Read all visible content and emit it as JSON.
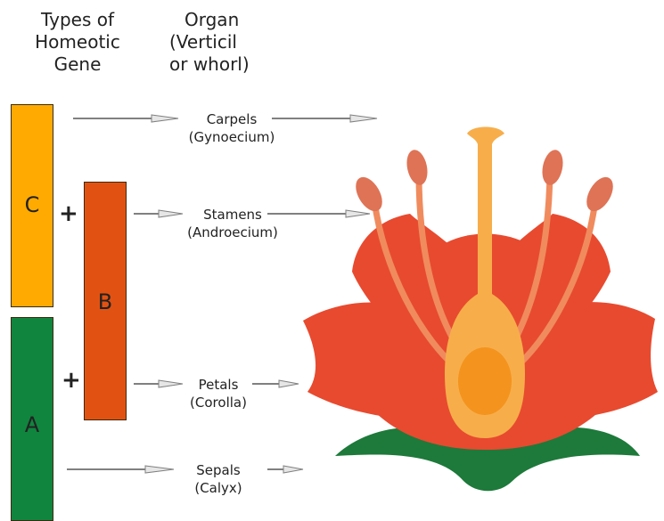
{
  "headers": {
    "gene_types": [
      "Types of",
      "Homeotic",
      "Gene"
    ],
    "organ": [
      "Organ",
      "(Verticil",
      "or whorl)"
    ]
  },
  "genes": {
    "C": {
      "label": "C",
      "color": "#FFAA00"
    },
    "B": {
      "label": "B",
      "color": "#E15212"
    },
    "A": {
      "label": "A",
      "color": "#10853E"
    }
  },
  "operators": {
    "plus_top": "+",
    "plus_bottom": "+"
  },
  "organs": [
    {
      "name": "Carpels",
      "sub": "(Gynoecium)"
    },
    {
      "name": "Stamens",
      "sub": "(Androecium)"
    },
    {
      "name": "Petals",
      "sub": "(Corolla)"
    },
    {
      "name": "Sepals",
      "sub": "(Calyx)"
    }
  ],
  "flower_colors": {
    "petal": "#E84A2F",
    "petal_vein": "#F08B5E",
    "pistil": "#F7AE4A",
    "ovary_core": "#F4931E",
    "anther": "#DF7356",
    "sepal": "#1D7A3A",
    "arrow_fill": "#E6E6E6",
    "arrow_stroke": "#808080"
  }
}
